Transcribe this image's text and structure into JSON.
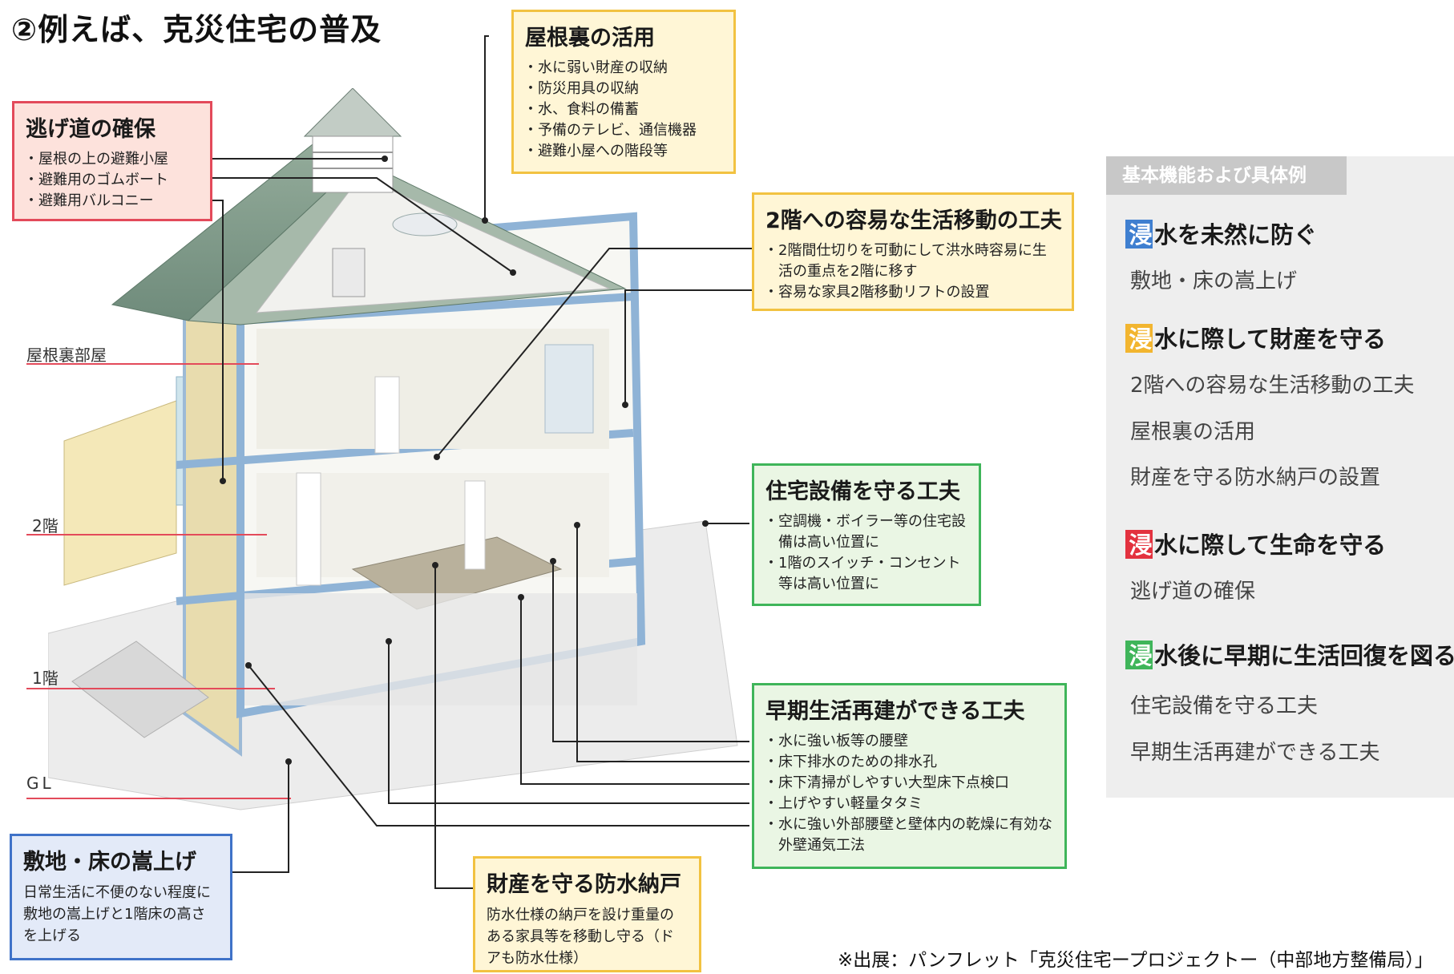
{
  "title": "②例えば、克災住宅の普及",
  "floors": [
    {
      "key": "attic",
      "label": "屋根裏部屋"
    },
    {
      "key": "second",
      "label": "2階"
    },
    {
      "key": "first",
      "label": "1階"
    },
    {
      "key": "gl",
      "label": "GL"
    }
  ],
  "callouts": {
    "escape": {
      "title": "逃げ道の確保",
      "items": [
        "屋根の上の避難小屋",
        "避難用のゴムボート",
        "避難用バルコニー"
      ]
    },
    "attic_use": {
      "title": "屋根裏の活用",
      "items": [
        "水に弱い財産の収納",
        "防災用具の収納",
        "水、食料の備蓄",
        "予備のテレビ、通信機器",
        "避難小屋への階段等"
      ]
    },
    "second_floor": {
      "title": "2階への容易な生活移動の工夫",
      "items": [
        "2階間仕切りを可動にして洪水時容易に生活の重点を2階に移す",
        "容易な家具2階移動リフトの設置"
      ]
    },
    "equipment": {
      "title": "住宅設備を守る工夫",
      "items": [
        "空調機・ボイラー等の住宅設備は高い位置に",
        "1階のスイッチ・コンセント等は高い位置に"
      ]
    },
    "recovery": {
      "title": "早期生活再建ができる工夫",
      "items": [
        "水に強い板等の腰壁",
        "床下排水のための排水孔",
        "床下清掃がしやすい大型床下点検口",
        "上げやすい軽量タタミ",
        "水に強い外部腰壁と壁体内の乾燥に有効な外壁通気工法"
      ]
    },
    "raise": {
      "title": "敷地・床の嵩上げ",
      "text": "日常生活に不便のない程度に敷地の嵩上げと1階床の高さを上げる"
    },
    "storage": {
      "title": "財産を守る防水納戸",
      "text": "防水仕様の納戸を設け重量のある家具等を移動し守る（ドアも防水仕様）"
    }
  },
  "legend": {
    "header": "基本機能および具体例",
    "categories": [
      {
        "head": "浸",
        "title": "水を未然に防ぐ",
        "color": "#3f7fd0",
        "items": [
          "敷地・床の嵩上げ"
        ]
      },
      {
        "head": "浸",
        "title": "水に際して財産を守る",
        "color": "#f2b52f",
        "items": [
          "2階への容易な生活移動の工夫",
          "屋根裏の活用",
          "財産を守る防水納戸の設置"
        ]
      },
      {
        "head": "浸",
        "title": "水に際して生命を守る",
        "color": "#e3323f",
        "items": [
          "逃げ道の確保"
        ]
      },
      {
        "head": "浸",
        "title": "水後に早期に生活回復を図る",
        "color": "#3fb55a",
        "items": [
          "住宅設備を守る工夫",
          "早期生活再建ができる工夫"
        ]
      }
    ]
  },
  "source": "※出展：パンフレット「克災住宅ープロジェクトー（中部地方整備局）」"
}
